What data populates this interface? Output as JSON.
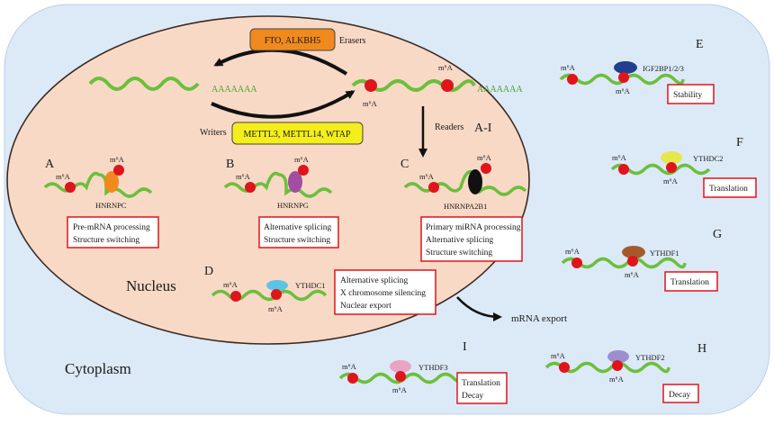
{
  "colors": {
    "cytoplasm": "#dce9f7",
    "nucleus": "#f8d9c6",
    "rna": "#6cbf3c",
    "m6a_dot": "#e0141b",
    "eraser_box": "#f08a1e",
    "writer_box": "#f4ee1c",
    "box_border": "#e0141b"
  },
  "regions": {
    "cytoplasm": "Cytoplasm",
    "nucleus": "Nucleus",
    "mrna_export": "mRNA export"
  },
  "pathway": {
    "poly_a": "AAAAAAA",
    "mod": "m⁶A",
    "erasers_proteins": "FTO, ALKBH5",
    "erasers_label": "Erasers",
    "writers_label": "Writers",
    "writers_proteins": "METTL3, METTL14, WTAP",
    "readers_label": "Readers",
    "readers_range": "A-I"
  },
  "panels": {
    "A": {
      "letter": "A",
      "protein": "HNRNPC",
      "functions": [
        "Pre-mRNA processing",
        "Structure switching"
      ]
    },
    "B": {
      "letter": "B",
      "protein": "HNRNPG",
      "functions": [
        "Alternative splicing",
        "Structure switching"
      ]
    },
    "C": {
      "letter": "C",
      "protein": "HNRNPA2B1",
      "functions": [
        "Primary miRNA processing",
        "Alternative splicing",
        "Structure switching"
      ]
    },
    "D": {
      "letter": "D",
      "protein": "YTHDC1",
      "functions": [
        "Alternative splicing",
        "X chromosome silencing",
        "Nuclear export"
      ]
    },
    "E": {
      "letter": "E",
      "protein": "IGF2BP1/2/3",
      "functions": [
        "Stability"
      ]
    },
    "F": {
      "letter": "F",
      "protein": "YTHDC2",
      "functions": [
        "Translation"
      ]
    },
    "G": {
      "letter": "G",
      "protein": "YTHDF1",
      "functions": [
        "Translation"
      ]
    },
    "H": {
      "letter": "H",
      "protein": "YTHDF2",
      "functions": [
        "Decay"
      ]
    },
    "I": {
      "letter": "I",
      "protein": "YTHDF3",
      "functions": [
        "Translation",
        "Decay"
      ]
    }
  }
}
